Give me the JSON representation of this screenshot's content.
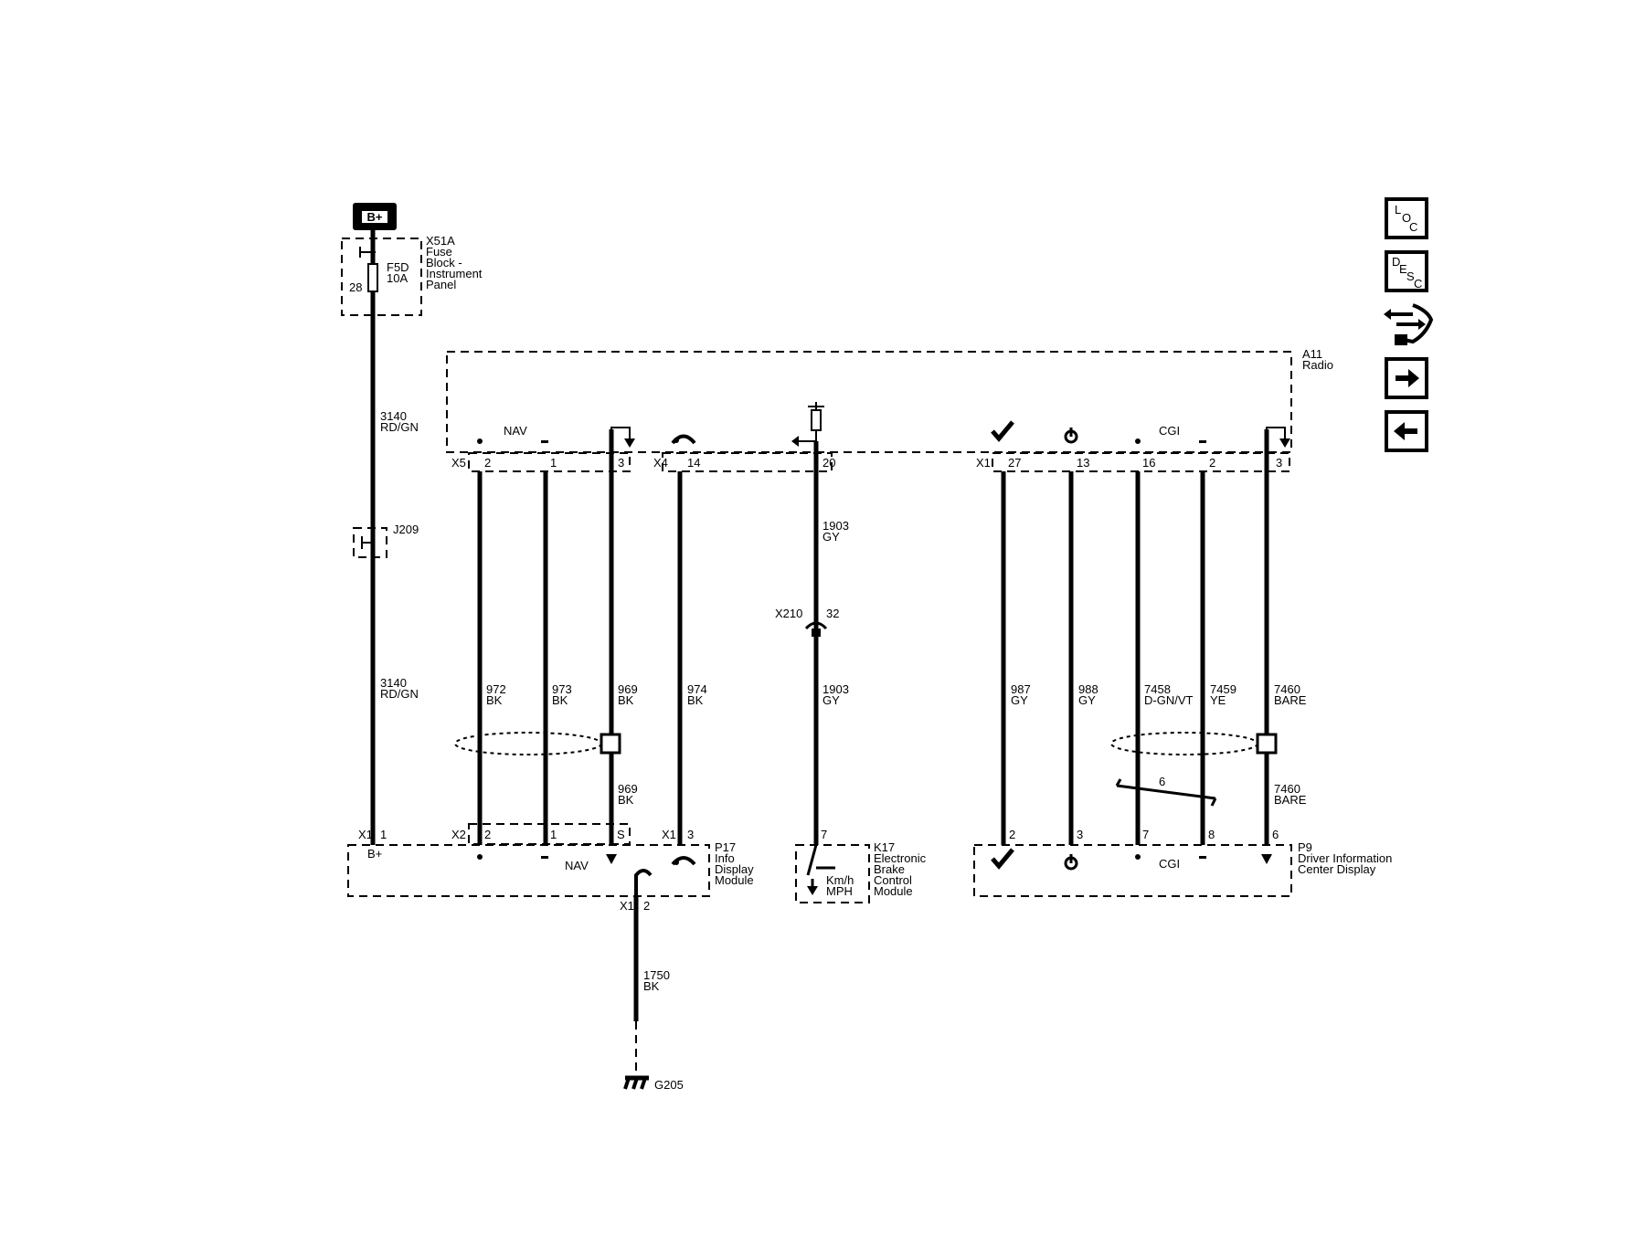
{
  "source": {
    "label": "B+"
  },
  "fuse_block": {
    "name": "X51A",
    "desc": [
      "Fuse",
      "Block -",
      "Instrument",
      "Panel"
    ],
    "fuse": [
      "F5D",
      "10A"
    ],
    "pin": "28"
  },
  "splice": {
    "name": "J209"
  },
  "radio": {
    "name": "A11",
    "desc": "Radio",
    "nav": "NAV",
    "cgi": "CGI"
  },
  "wires": {
    "w3140": [
      "3140",
      "RD/GN"
    ],
    "w972": [
      "972",
      "BK"
    ],
    "w973": [
      "973",
      "BK"
    ],
    "w969": [
      "969",
      "BK"
    ],
    "w974": [
      "974",
      "BK"
    ],
    "w1903": [
      "1903",
      "GY"
    ],
    "w987": [
      "987",
      "GY"
    ],
    "w988": [
      "988",
      "GY"
    ],
    "w7458": [
      "7458",
      "D-GN/VT"
    ],
    "w7459": [
      "7459",
      "YE"
    ],
    "w7460": [
      "7460",
      "BARE"
    ],
    "w1750": [
      "1750",
      "BK"
    ]
  },
  "connectors": {
    "x5": "X5",
    "x4": "X4",
    "x1": "X1",
    "x2": "X2",
    "x210": "X210",
    "x210_pin": "32",
    "twist": "6"
  },
  "pins_radio_nav": [
    "2",
    "1",
    "3",
    "14",
    "20"
  ],
  "pins_radio_cgi": [
    "27",
    "13",
    "16",
    "2",
    "3"
  ],
  "pins_p17": [
    "1",
    "2",
    "1",
    "S",
    "3",
    "2"
  ],
  "pins_k17": "7",
  "pins_p9": [
    "2",
    "3",
    "7",
    "8",
    "6"
  ],
  "p17": {
    "name": "P17",
    "desc": [
      "Info",
      "Display",
      "Module"
    ],
    "bplus": "B+",
    "nav": "NAV"
  },
  "k17": {
    "name": "K17",
    "desc": [
      "Electronic",
      "Brake",
      "Control",
      "Module"
    ],
    "units": [
      "Km/h",
      "MPH"
    ]
  },
  "p9": {
    "name": "P9",
    "desc": [
      "Driver Information",
      "Center Display"
    ],
    "cgi": "CGI"
  },
  "ground": {
    "name": "G205"
  },
  "nav_buttons": {
    "loc": [
      "L",
      "O",
      "C"
    ],
    "desc": [
      "D",
      "E",
      "S",
      "C"
    ]
  }
}
